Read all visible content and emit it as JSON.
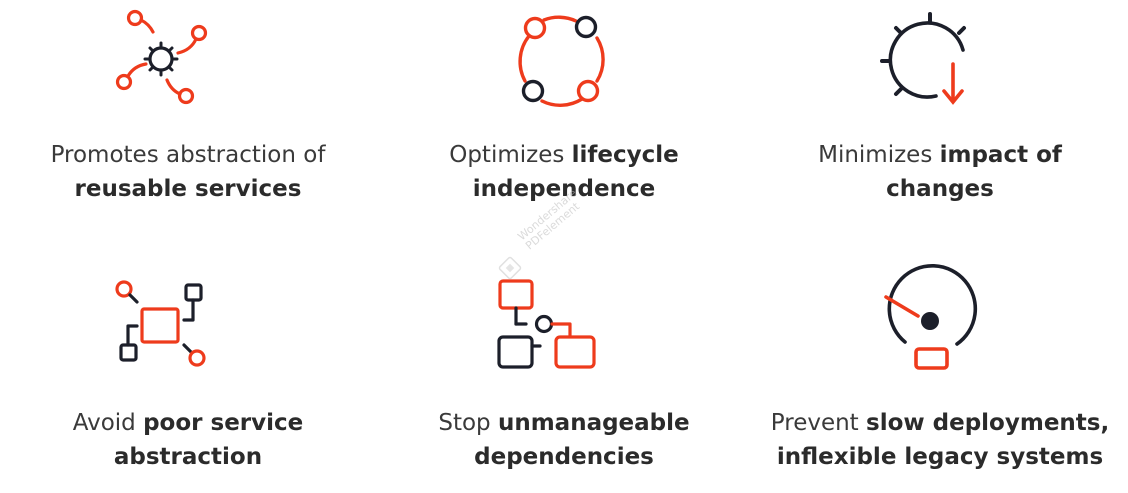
{
  "items": [
    {
      "icon": "gear-network-icon",
      "line1_normal": "Promotes abstraction of",
      "line1_bold": "",
      "line2_normal": "",
      "line2_bold": "reusable services"
    },
    {
      "icon": "cycle-nodes-icon",
      "line1_normal": "Optimizes ",
      "line1_bold": "lifecycle",
      "line2_normal": "",
      "line2_bold": "independence"
    },
    {
      "icon": "gear-down-arrow-icon",
      "line1_normal": "Minimizes ",
      "line1_bold": "impact of",
      "line2_normal": "",
      "line2_bold": "changes"
    },
    {
      "icon": "tangled-boxes-icon",
      "line1_normal": "Avoid ",
      "line1_bold": "poor service",
      "line2_normal": "",
      "line2_bold": "abstraction"
    },
    {
      "icon": "dependency-boxes-icon",
      "line1_normal": "Stop ",
      "line1_bold": "unmanageable",
      "line2_normal": "",
      "line2_bold": "dependencies"
    },
    {
      "icon": "gauge-icon",
      "line1_normal": "Prevent ",
      "line1_bold": "slow deployments,",
      "line2_normal": "",
      "line2_bold": "inflexible legacy systems"
    }
  ],
  "watermark": {
    "line1": "Wondershare",
    "line2": "PDFelement"
  },
  "colors": {
    "accent": "#ee3b1c",
    "dark": "#1c1f2a",
    "text": "#3a3a3a"
  }
}
